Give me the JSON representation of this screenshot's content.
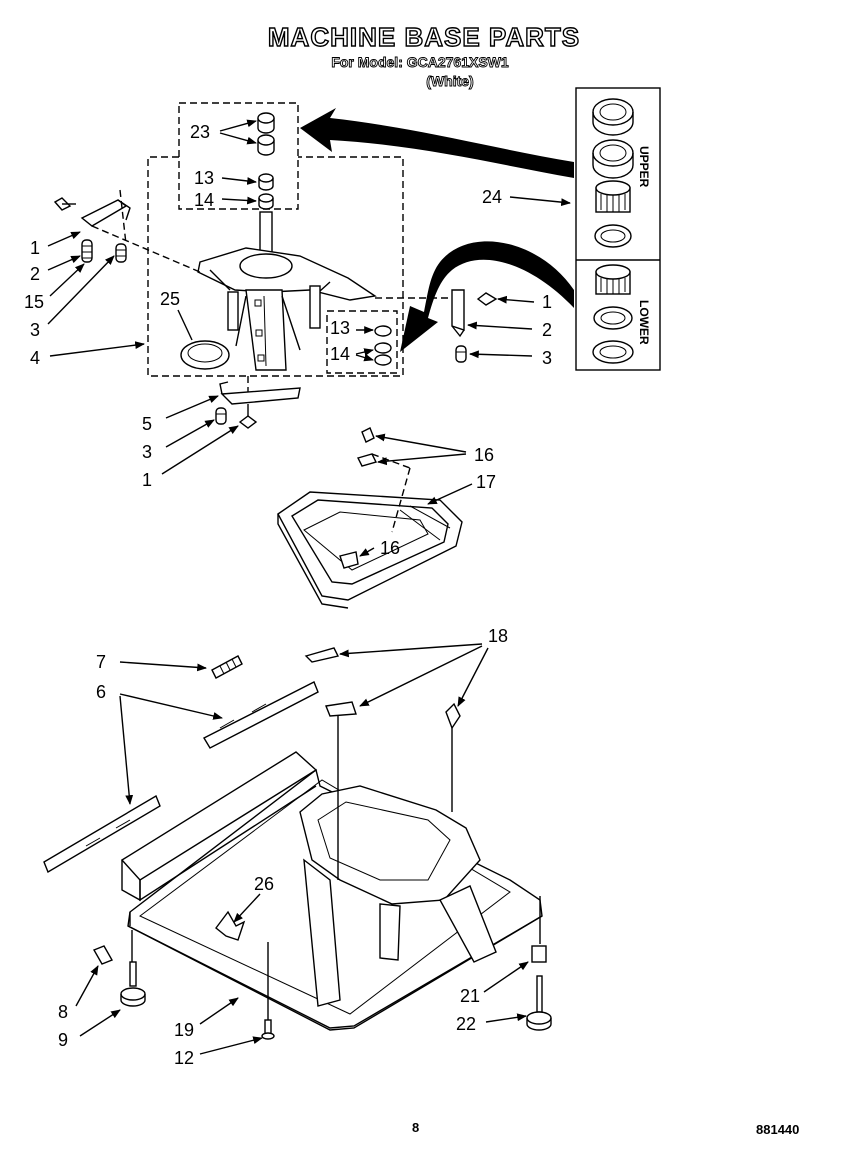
{
  "header": {
    "title": "MACHINE BASE PARTS",
    "model": "For Model: GCA2761XSW1",
    "color": "(White)"
  },
  "footer": {
    "page_number": "8",
    "doc_number": "881440"
  },
  "kit_labels": {
    "upper": "UPPER",
    "lower": "LOWER"
  },
  "callouts": {
    "c23": "23",
    "c13a": "13",
    "c14a": "14",
    "c24": "24",
    "c1a": "1",
    "c2a": "2",
    "c15": "15",
    "c3a": "3",
    "c4": "4",
    "c25": "25",
    "c1b": "1",
    "c2b": "2",
    "c3b": "3",
    "c13b": "13",
    "c14b": "14",
    "c5": "5",
    "c3c": "3",
    "c1c": "1",
    "c16a": "16",
    "c17": "17",
    "c16b": "16",
    "c18": "18",
    "c7": "7",
    "c6": "6",
    "c26": "26",
    "c8": "8",
    "c9": "9",
    "c19": "19",
    "c12": "12",
    "c21": "21",
    "c22": "22"
  }
}
